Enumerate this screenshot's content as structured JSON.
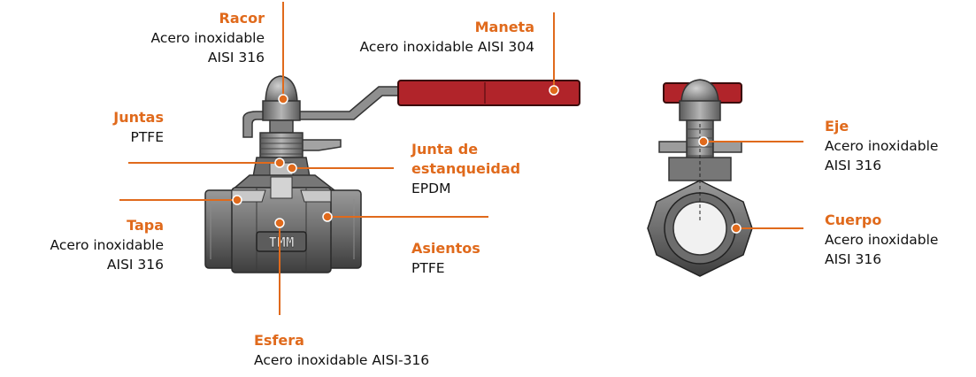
{
  "colors": {
    "accent": "#e06a1c",
    "leader": "#e06a1c",
    "metal_dark": "#4a4a4a",
    "metal_light": "#b9b9b9",
    "handle_red": "#b1242a",
    "text": "#111111"
  },
  "brand_mark": "TMM",
  "labels": {
    "racor": {
      "title": "Racor",
      "lines": [
        "Acero inoxidable",
        "AISI 316"
      ]
    },
    "maneta": {
      "title": "Maneta",
      "lines": [
        "Acero inoxidable AISI 304"
      ]
    },
    "juntas": {
      "title": "Juntas",
      "lines": [
        "PTFE"
      ]
    },
    "junta_estanqueidad": {
      "title_lines": [
        "Junta de",
        "estanqueidad"
      ],
      "lines": [
        "EPDM"
      ]
    },
    "tapa": {
      "title": "Tapa",
      "lines": [
        "Acero inoxidable",
        "AISI 316"
      ]
    },
    "asientos": {
      "title": "Asientos",
      "lines": [
        "PTFE"
      ]
    },
    "esfera": {
      "title": "Esfera",
      "lines": [
        "Acero inoxidable AISI-316"
      ]
    },
    "eje": {
      "title": "Eje",
      "lines": [
        "Acero inoxidable",
        "AISI 316"
      ]
    },
    "cuerpo": {
      "title": "Cuerpo",
      "lines": [
        "Acero inoxidable",
        "AISI 316"
      ]
    }
  }
}
